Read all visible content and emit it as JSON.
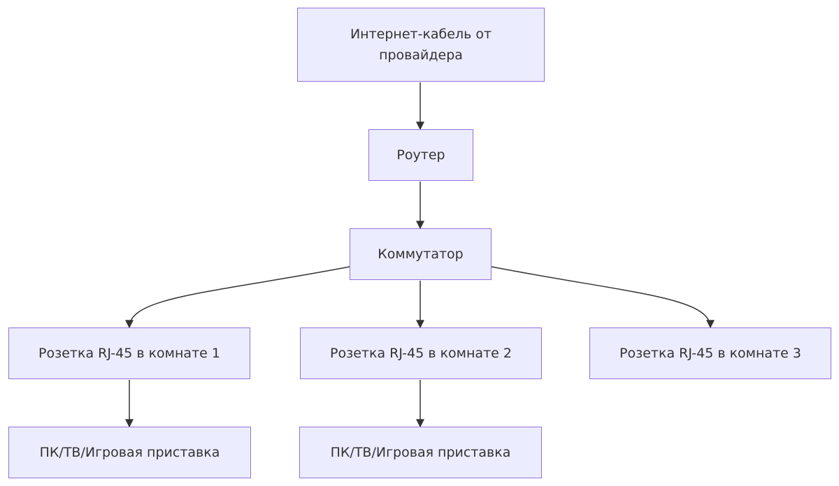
{
  "diagram": {
    "nodes": {
      "internet": {
        "label_line1": "Интернет-кабель от",
        "label_line2": "провайдера"
      },
      "router": {
        "label": "Роутер"
      },
      "switch": {
        "label": "Коммутатор"
      },
      "socket1": {
        "label": "Розетка RJ-45 в комнате 1"
      },
      "socket2": {
        "label": "Розетка RJ-45 в комнате 2"
      },
      "socket3": {
        "label": "Розетка RJ-45 в комнате 3"
      },
      "device1": {
        "label": "ПК/ТВ/Игровая приставка"
      },
      "device2": {
        "label": "ПК/ТВ/Игровая приставка"
      }
    },
    "edges": [
      {
        "from": "internet",
        "to": "router"
      },
      {
        "from": "router",
        "to": "switch"
      },
      {
        "from": "switch",
        "to": "socket1"
      },
      {
        "from": "switch",
        "to": "socket2"
      },
      {
        "from": "switch",
        "to": "socket3"
      },
      {
        "from": "socket1",
        "to": "device1"
      },
      {
        "from": "socket2",
        "to": "device2"
      }
    ],
    "colors": {
      "node_fill": "#ececff",
      "node_border": "#9370db",
      "text": "#333333",
      "edge": "#333333"
    }
  }
}
